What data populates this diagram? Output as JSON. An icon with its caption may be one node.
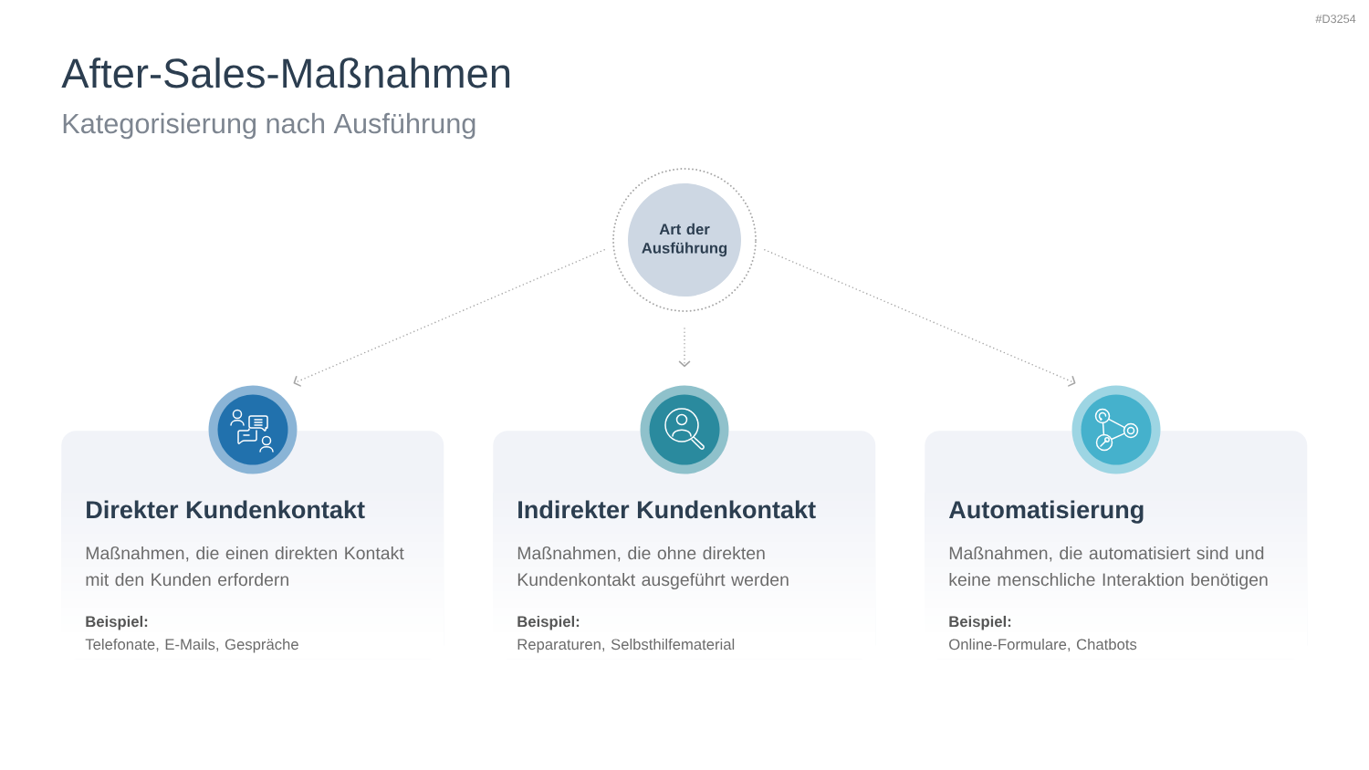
{
  "diagram": {
    "title": "After-Sales-Maßnahmen",
    "nodes": [
      {
        "text": [
          "Art der Ausführung"
        ]
      },
      {
        "text": [],
        "shape": "circle"
      },
      {
        "text": [
          "Direkter Kundenkontakt",
          "Maßnahmen, die einen direkten Kontakt mit den Kunden erfordern",
          "Beispiel:",
          "Telefonate, E-Mails, Gespräche"
        ]
      },
      {
        "text": [],
        "shape": "circle"
      },
      {
        "text": [
          "Indirekter Kundenkontakt",
          "Maßnahmen, die ohne direkten Kundenkontakt ausgeführt werden",
          "Beispiel:",
          "Reparaturen, Selbsthilfematerial"
        ]
      },
      {
        "text": [],
        "shape": "circle"
      },
      {
        "text": [
          "Automatisierung",
          "Maßnahmen, die automatisiert sind und keine menschliche Interaktion benötigen",
          "Beispiel:",
          "Online-Formulare, Chatbots"
        ]
      }
    ],
    "edges": [
      {
        "from": 0,
        "to": 1,
        "arrow": "to",
        "style": "dashed"
      },
      {
        "from": 0,
        "to": 3,
        "arrow": "to",
        "style": "dashed"
      },
      {
        "from": 0,
        "to": 5,
        "arrow": "to",
        "style": "dashed"
      }
    ],
    "labels": [
      "#D3254",
      "Kategorisierung nach Ausführung"
    ]
  }
}
